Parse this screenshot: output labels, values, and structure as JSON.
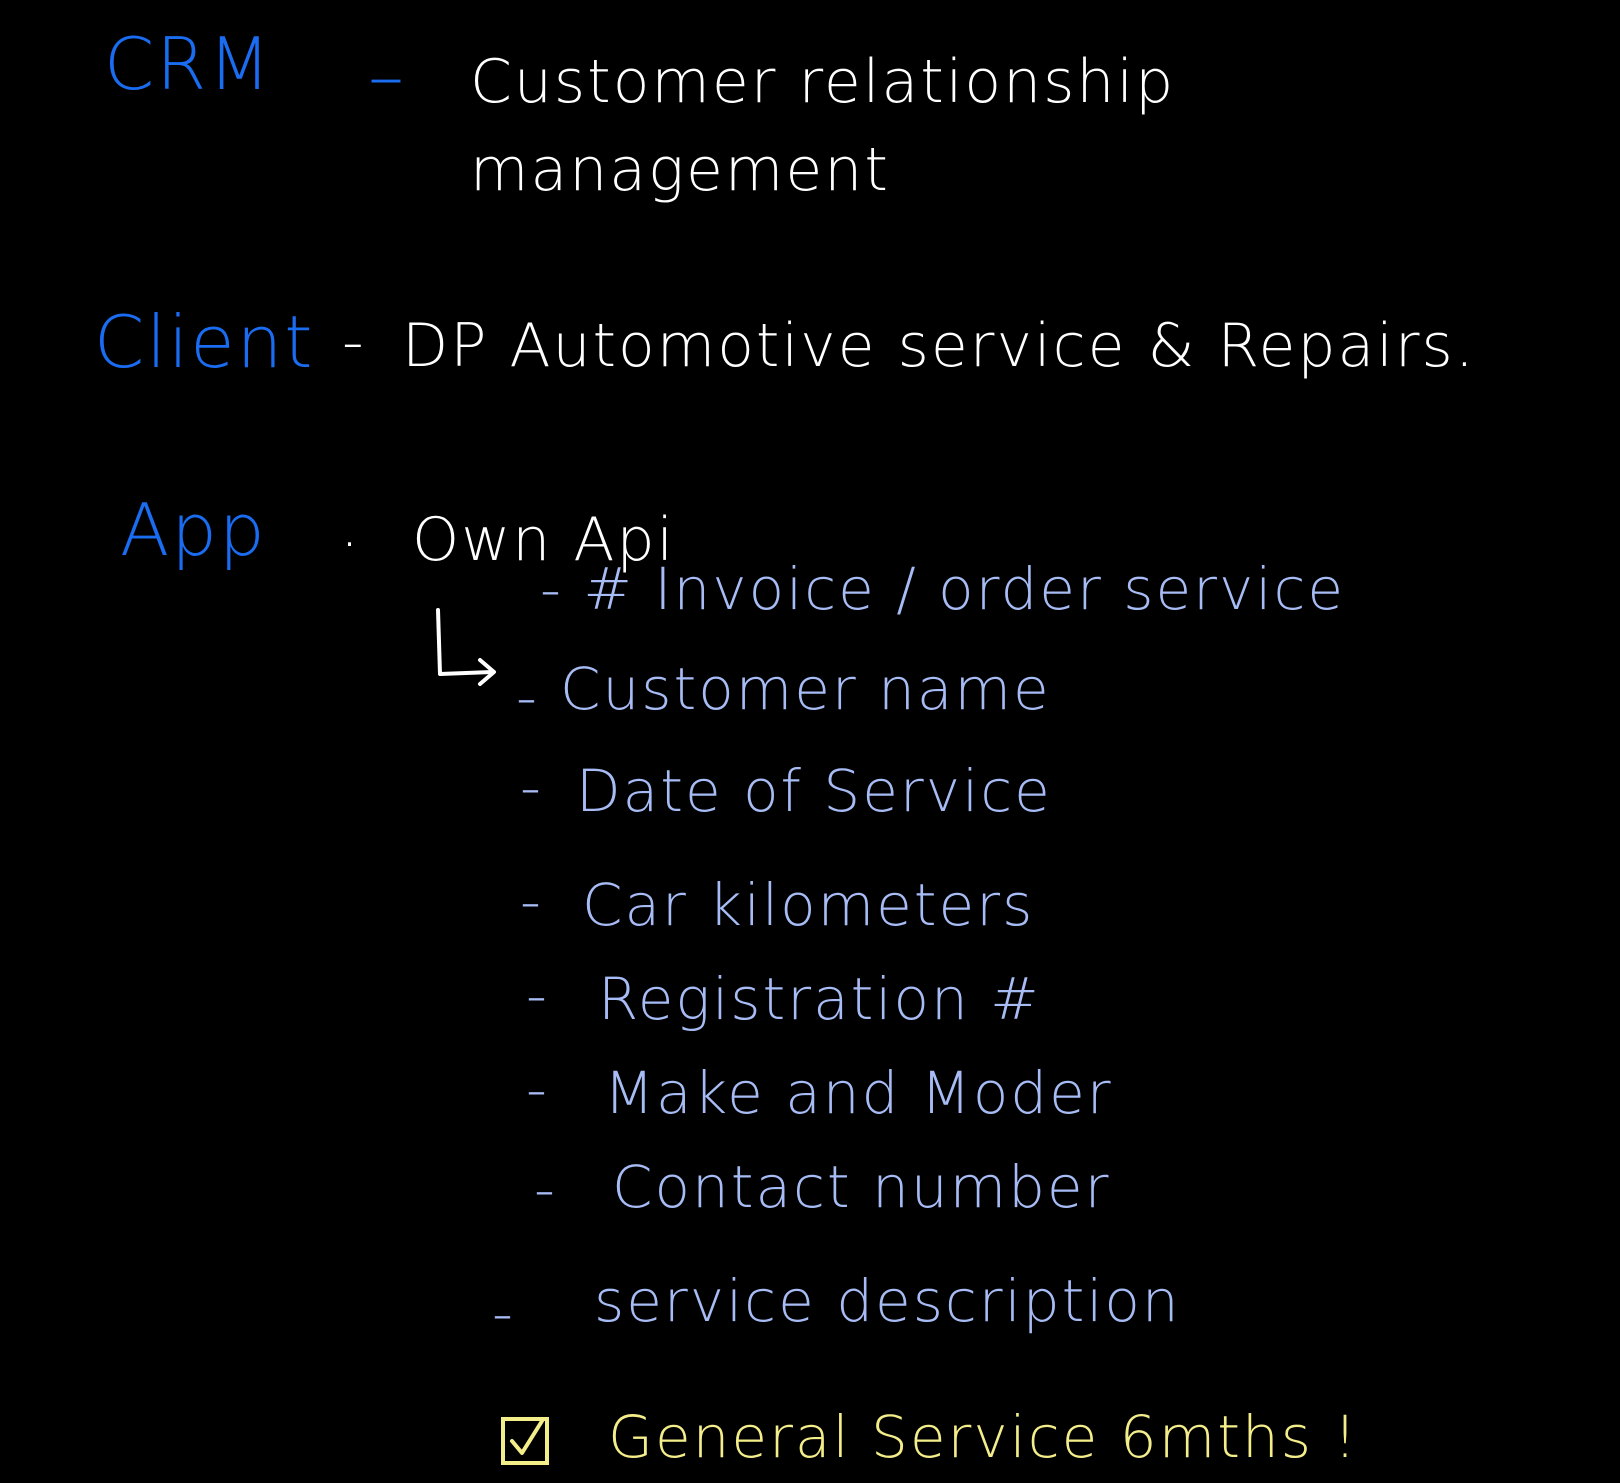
{
  "crm": {
    "term": "CRM",
    "dash": "–",
    "line1": "Customer relationship",
    "line2": "management"
  },
  "client": {
    "term": "Client",
    "dash": "-",
    "value": "DP Automotive service & Repairs."
  },
  "app": {
    "term": "App",
    "bullet": ".",
    "value": "Own Api",
    "items": [
      "- # Invoice / order service",
      "Customer name",
      "Date of Service",
      "Car kilometers",
      "Registration #",
      "Make and Moder",
      "Contact number",
      "service description"
    ],
    "dash": "-",
    "checked_item": "General Service 6mths !"
  },
  "colors": {
    "background": "#000000",
    "term": "#1a6cf0",
    "definition": "#ffffff",
    "list": "#a7bcf5",
    "highlight": "#f4ee8a"
  }
}
